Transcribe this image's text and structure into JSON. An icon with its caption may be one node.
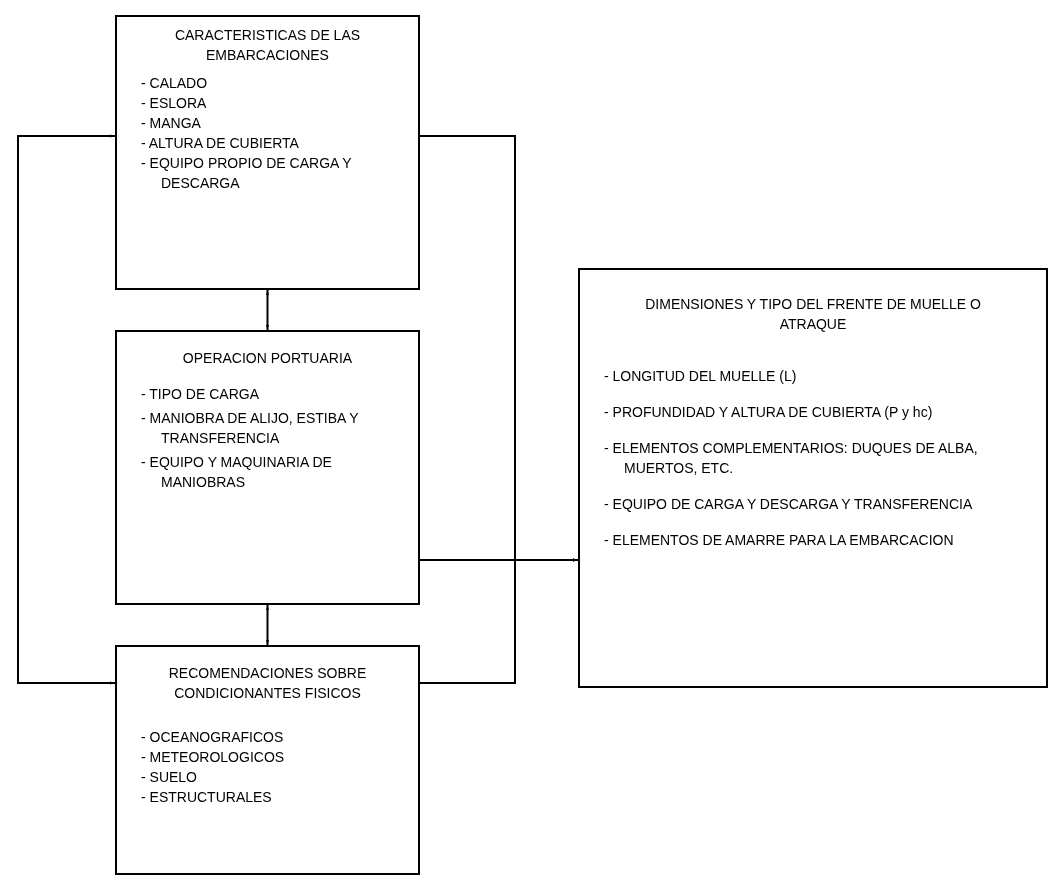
{
  "diagram": {
    "nodes": [
      {
        "text": [
          "CARACTERISTICAS DE LAS EMBARCACIONES",
          "- CALADO",
          "- ESLORA",
          "- MANGA",
          "- ALTURA DE CUBIERTA",
          "- EQUIPO PROPIO DE CARGA Y DESCARGA"
        ]
      },
      {
        "text": [
          "OPERACION PORTUARIA",
          "- TIPO DE CARGA",
          "- MANIOBRA DE ALIJO, ESTIBA Y TRANSFERENCIA",
          "- EQUIPO Y MAQUINARIA DE MANIOBRAS"
        ]
      },
      {
        "text": [
          "RECOMENDACIONES SOBRE CONDICIONANTES FISICOS",
          "- OCEANOGRAFICOS",
          "- METEOROLOGICOS",
          "- SUELO",
          "- ESTRUCTURALES"
        ]
      },
      {
        "text": [
          "DIMENSIONES Y TIPO DEL FRENTE DE MUELLE O ATRAQUE",
          "- LONGITUD DEL MUELLE (L)",
          "- PROFUNDIDAD Y ALTURA DE CUBIERTA (P y hc)",
          "- ELEMENTOS COMPLEMENTARIOS: DUQUES DE ALBA, MUERTOS, ETC.",
          "- EQUIPO DE CARGA Y DESCARGA Y TRANSFERENCIA",
          "- ELEMENTOS DE AMARRE PARA LA EMBARCACION"
        ]
      }
    ],
    "edges": [
      {
        "from": 0,
        "to": 2,
        "arrow": "both"
      },
      {
        "from": 0,
        "to": 1,
        "arrow": "both"
      },
      {
        "from": 1,
        "to": 2,
        "arrow": "both"
      },
      {
        "from": 0,
        "to": 3,
        "arrow": "to"
      },
      {
        "from": 2,
        "to": 3,
        "arrow": "to"
      },
      {
        "from": 1,
        "to": 3,
        "arrow": "to"
      }
    ]
  }
}
